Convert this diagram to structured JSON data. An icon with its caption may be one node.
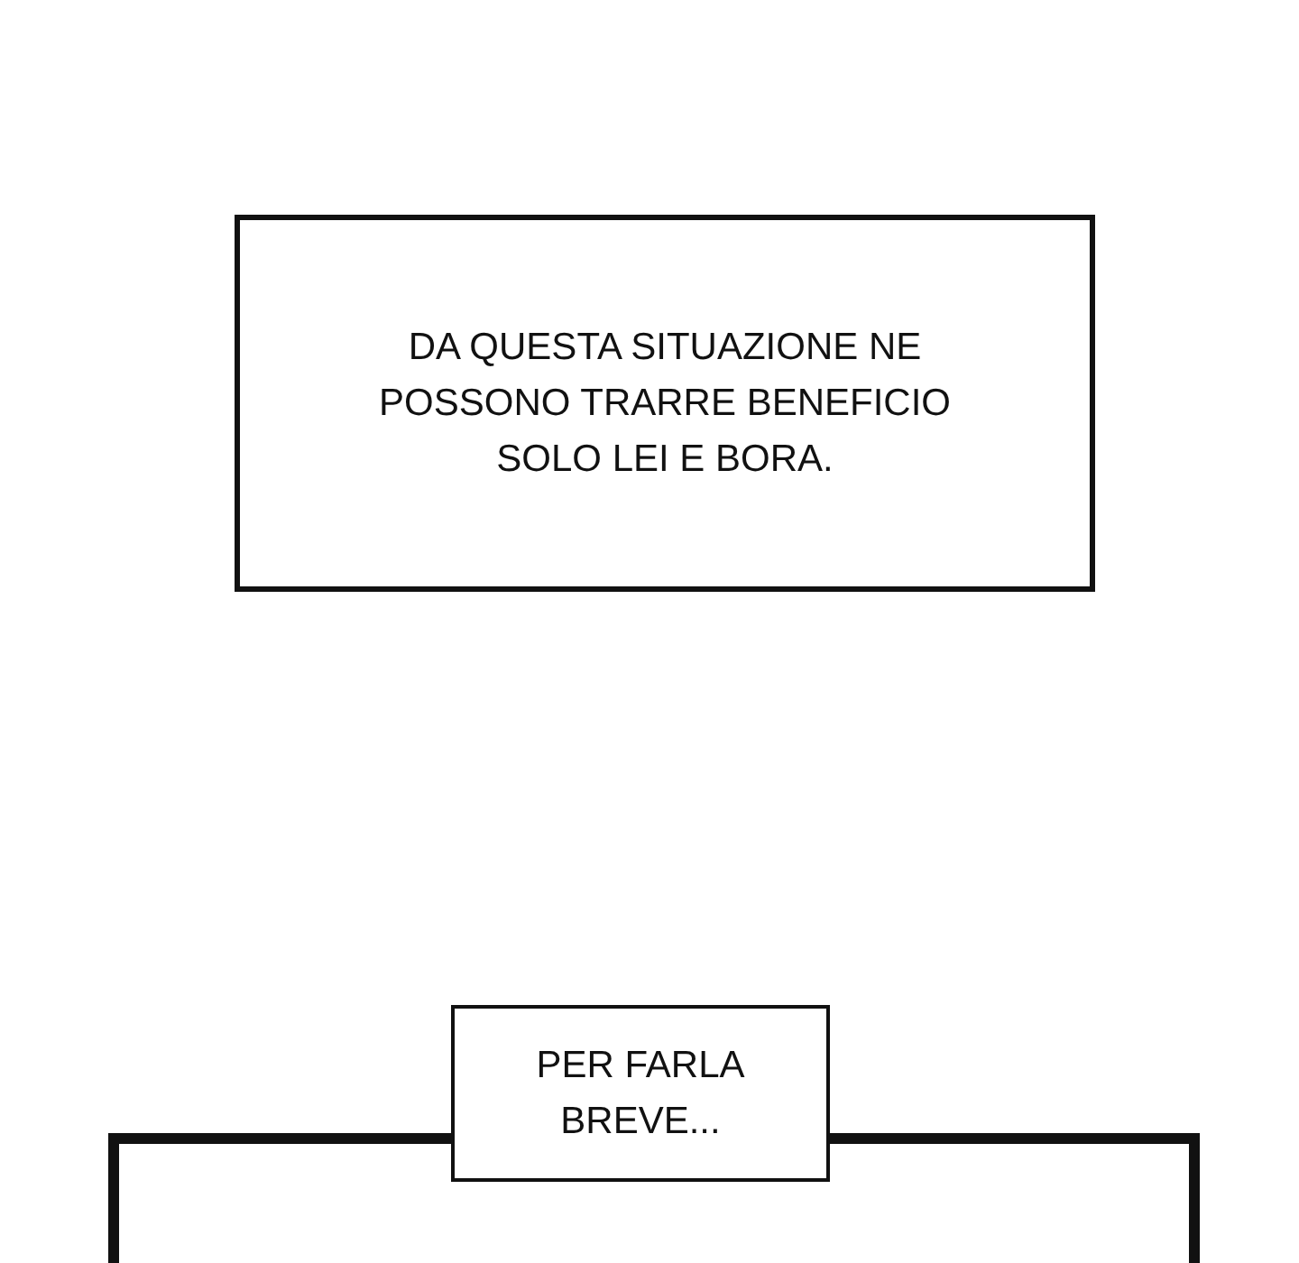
{
  "diagram": {
    "nodes": [
      {
        "text": [
          "DA QUESTA SITUAZIONE NE POSSONO TRARRE BENEFICIO SOLO LEI E BORA."
        ]
      },
      {
        "text": [
          "PER FARLA BREVE..."
        ]
      },
      {
        "text": [],
        "shape": "box"
      }
    ]
  }
}
